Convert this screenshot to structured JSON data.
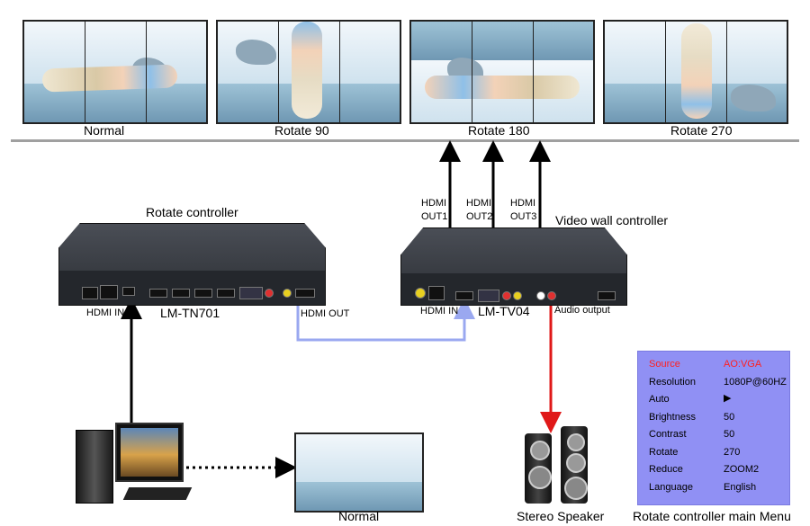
{
  "walls": [
    {
      "label": "Normal"
    },
    {
      "label": "Rotate 90"
    },
    {
      "label": "Rotate 180"
    },
    {
      "label": "Rotate 270"
    }
  ],
  "rotate_controller": {
    "title": "Rotate controller",
    "model": "LM-TN701",
    "hdmi_in": "HDMI IN",
    "hdmi_out": "HDMI OUT"
  },
  "video_wall_controller": {
    "title": "Video wall controller",
    "model": "LM-TV04",
    "hdmi_in": "HDMI IN",
    "audio_output": "Audio output",
    "outputs": [
      {
        "line1": "HDMI",
        "line2": "OUT1"
      },
      {
        "line1": "HDMI",
        "line2": "OUT2"
      },
      {
        "line1": "HDMI",
        "line2": "OUT3"
      }
    ]
  },
  "bottom": {
    "monitor_label": "Normal",
    "speaker_label": "Stereo Speaker",
    "menu_caption": "Rotate controller main Menu"
  },
  "menu": {
    "accent_color": "#ff2020",
    "rows": [
      {
        "key": "Source",
        "value": "AO:VGA"
      },
      {
        "key": "Resolution",
        "value": "1080P@60HZ"
      },
      {
        "key": "Auto",
        "value": "▶"
      },
      {
        "key": "Brightness",
        "value": "50"
      },
      {
        "key": "Contrast",
        "value": "50"
      },
      {
        "key": "Rotate",
        "value": "270"
      },
      {
        "key": "Reduce",
        "value": "ZOOM2"
      },
      {
        "key": "Language",
        "value": "English"
      }
    ]
  },
  "colors": {
    "hdmi_link": "#9aa8f0",
    "audio_link": "#e01818",
    "arrow": "#000000"
  }
}
